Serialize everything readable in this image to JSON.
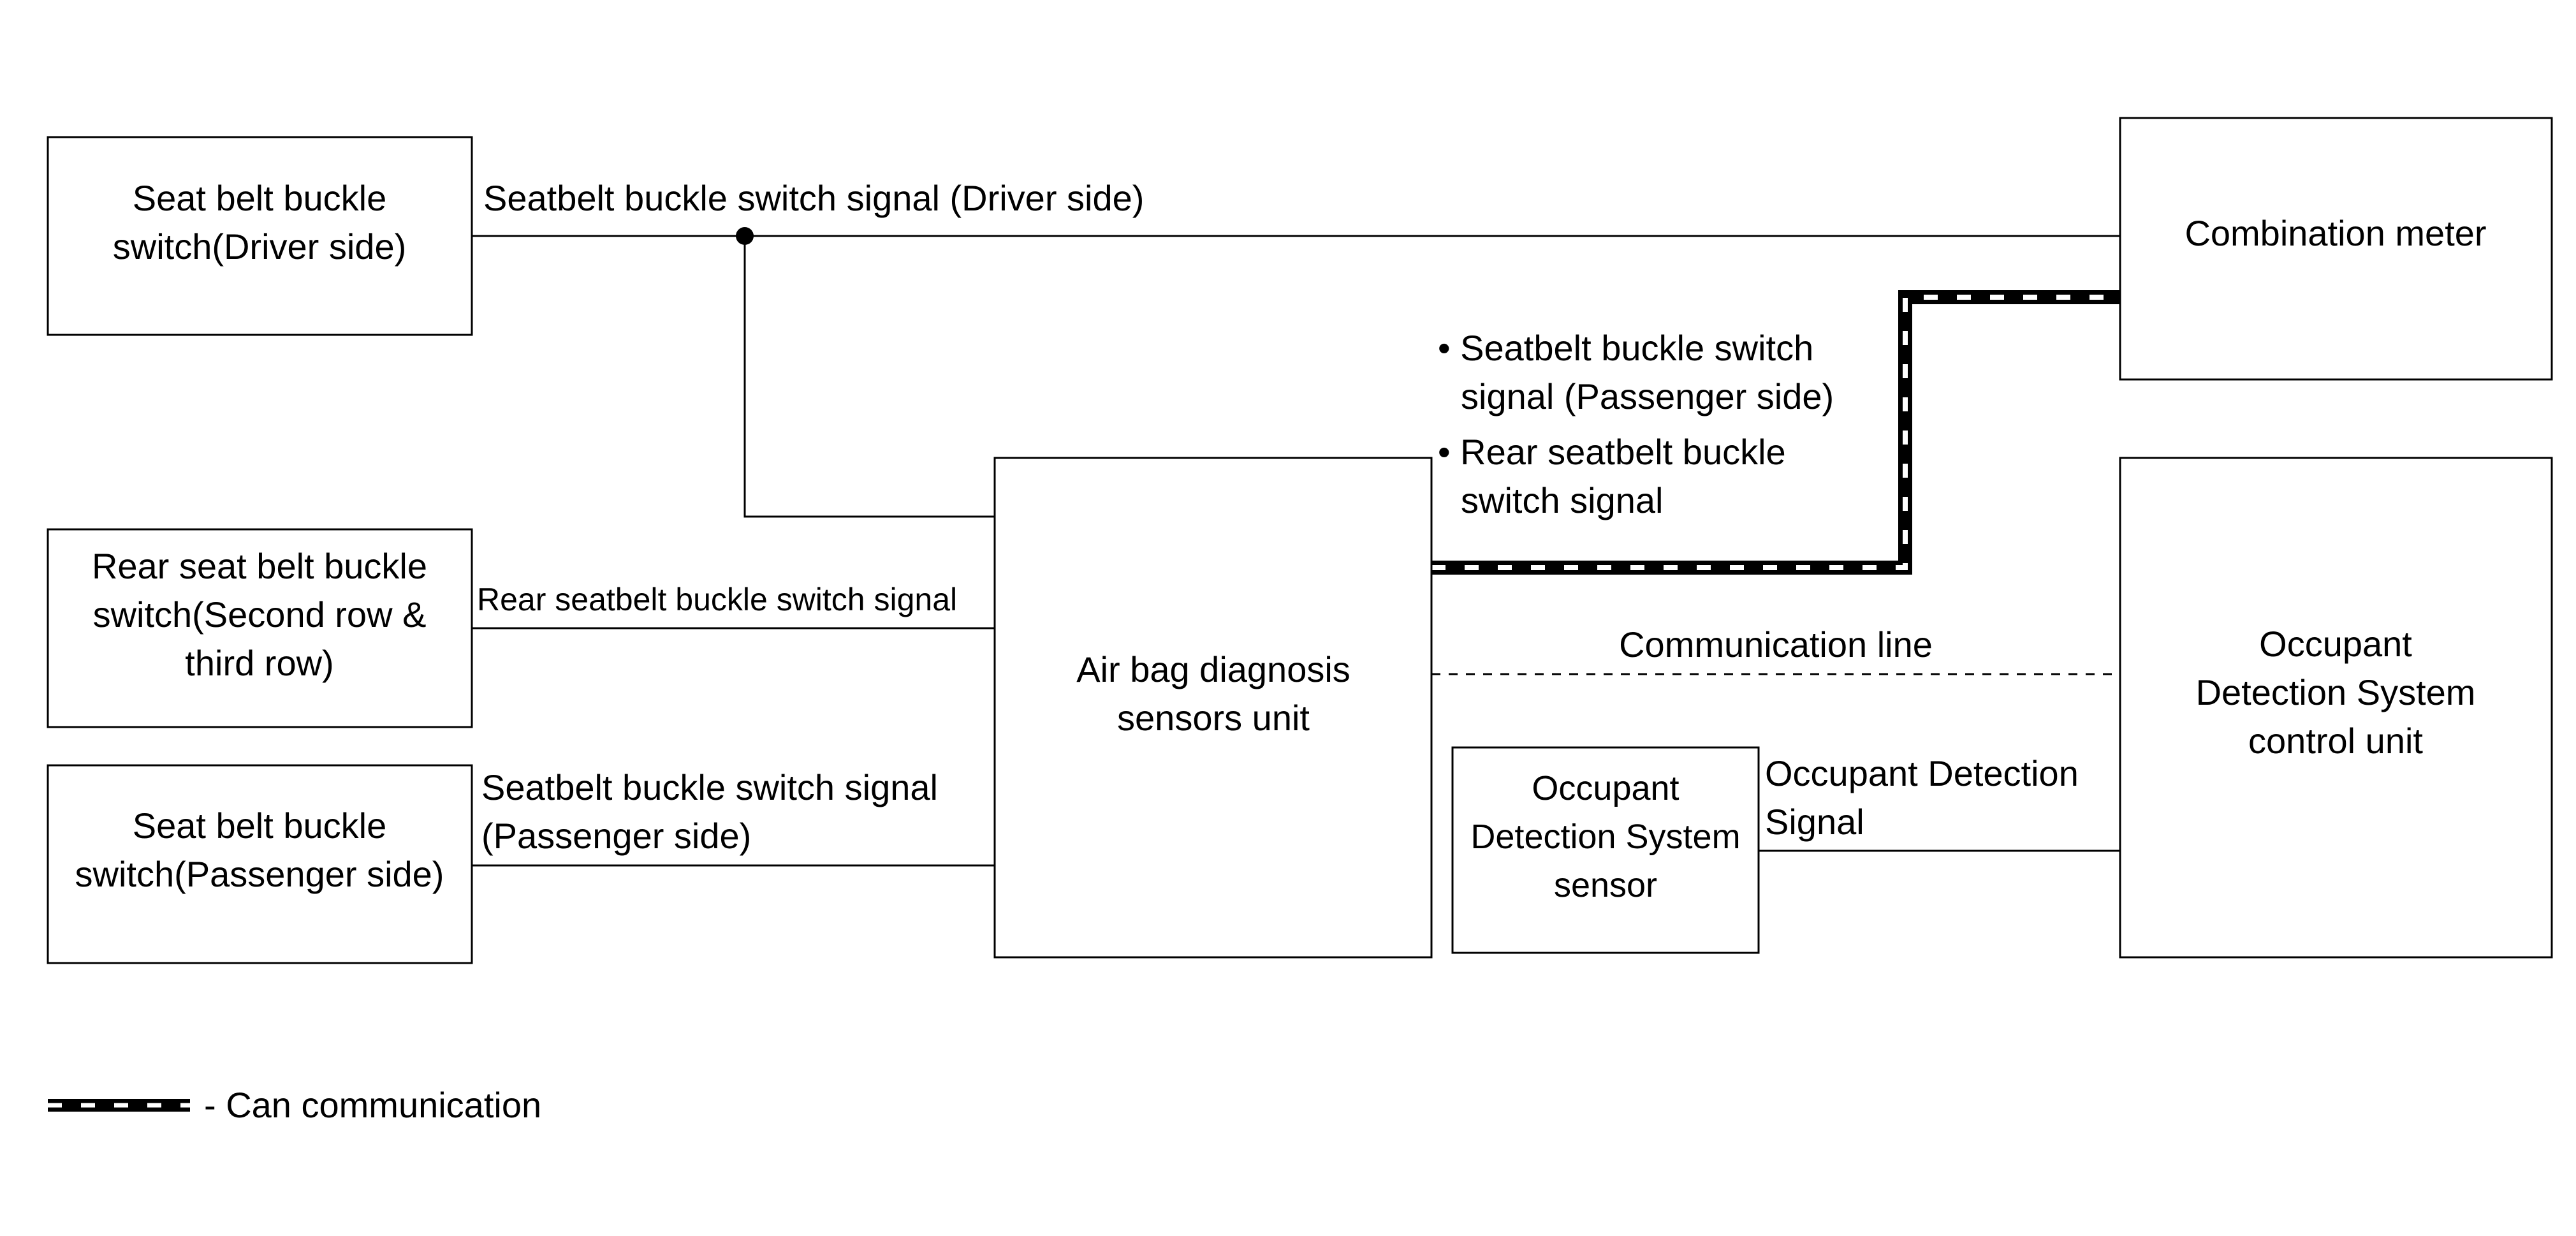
{
  "boxes": {
    "driver_switch": {
      "lines": [
        "Seat belt buckle",
        "switch(Driver side)"
      ]
    },
    "rear_switch": {
      "lines": [
        "Rear seat belt buckle",
        "switch(Second row &",
        "third row)"
      ]
    },
    "passenger_switch": {
      "lines": [
        "Seat belt buckle",
        "switch(Passenger side)"
      ]
    },
    "airbag_unit": {
      "lines": [
        "Air bag diagnosis",
        "sensors unit"
      ]
    },
    "combination_meter": {
      "lines": [
        "Combination meter"
      ]
    },
    "ods_control_unit": {
      "lines": [
        "Occupant",
        "Detection System",
        "control unit"
      ]
    },
    "ods_sensor": {
      "lines": [
        "Occupant",
        "Detection System",
        "sensor"
      ]
    }
  },
  "signals": {
    "driver_signal": [
      "Seatbelt buckle switch signal (Driver side)"
    ],
    "rear_signal": [
      "Rear seatbelt buckle switch signal"
    ],
    "passenger_signal": [
      "Seatbelt buckle switch signal",
      "(Passenger side)"
    ],
    "can_bullet_1": [
      "• Seatbelt buckle switch",
      "signal (Passenger side)"
    ],
    "can_bullet_2": [
      "• Rear seatbelt buckle",
      "switch signal"
    ],
    "communication_line": [
      "Communication line"
    ],
    "ods_signal": [
      "Occupant Detection",
      "Signal"
    ]
  },
  "legend": {
    "label": "- Can communication"
  }
}
